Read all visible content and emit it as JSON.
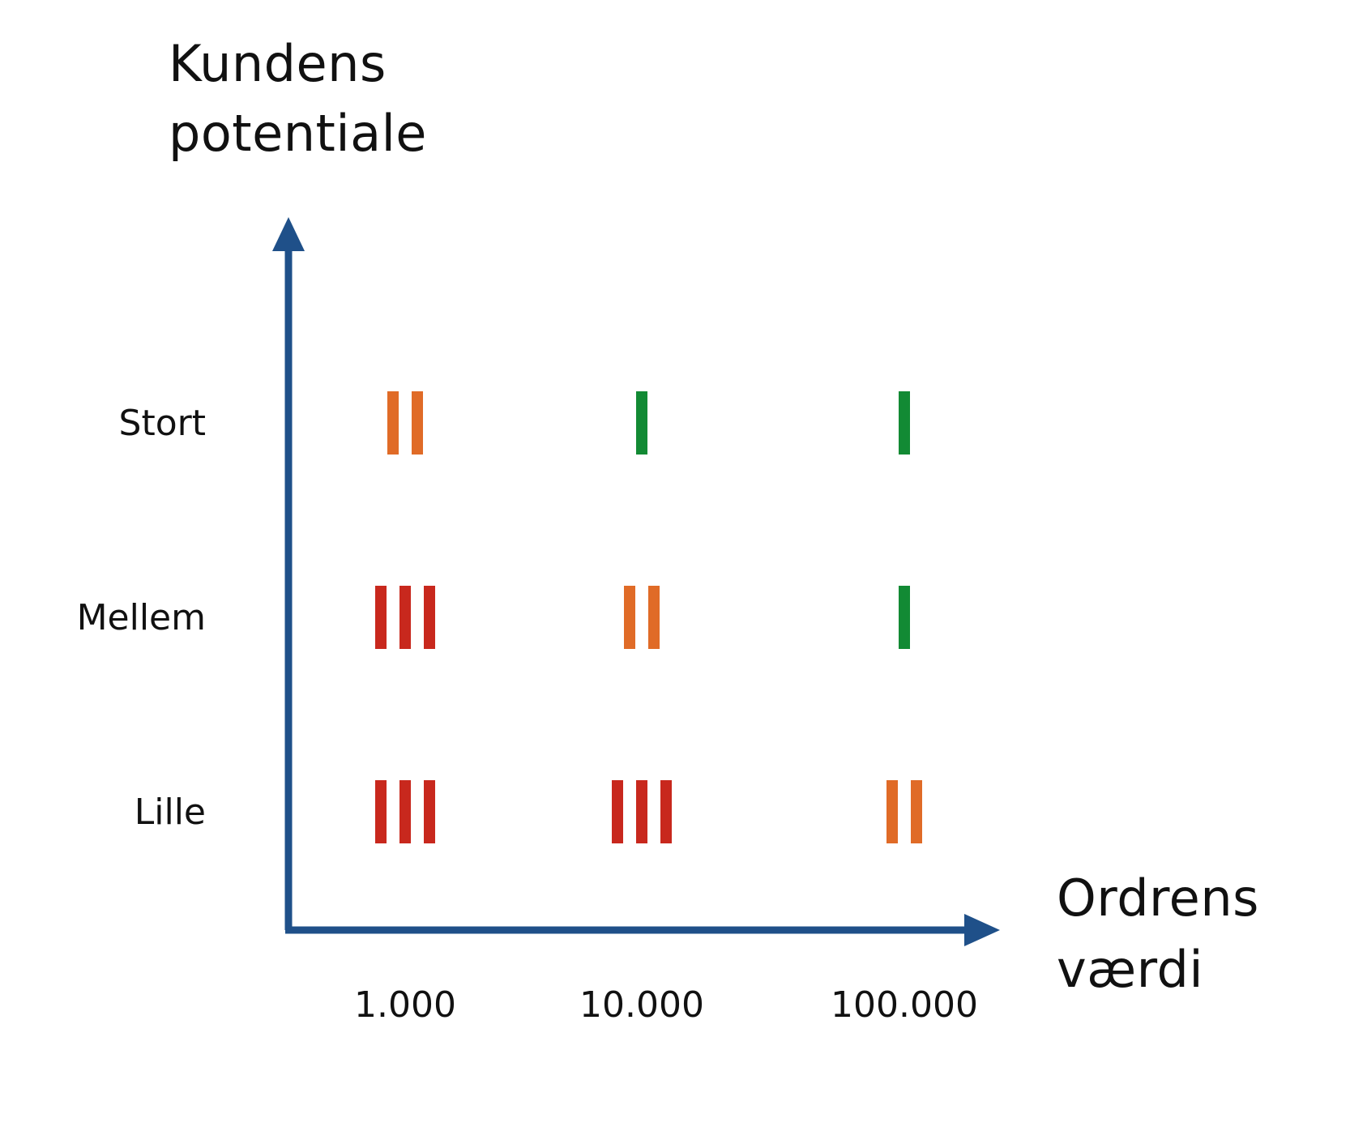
{
  "y_axis_title": [
    "Kundens",
    "potentiale"
  ],
  "x_axis_title": [
    "Ordrens",
    "værdi"
  ],
  "rows": [
    "Stort",
    "Mellem",
    "Lille"
  ],
  "columns": [
    "1.000",
    "10.000",
    "100.000"
  ],
  "colors": {
    "axis": "#1f5089",
    "tally_3": "#c8281d",
    "tally_2": "#e06b27",
    "tally_1": "#128a34"
  },
  "tally_grid": [
    [
      2,
      1,
      1
    ],
    [
      3,
      2,
      1
    ],
    [
      3,
      3,
      2
    ]
  ]
}
